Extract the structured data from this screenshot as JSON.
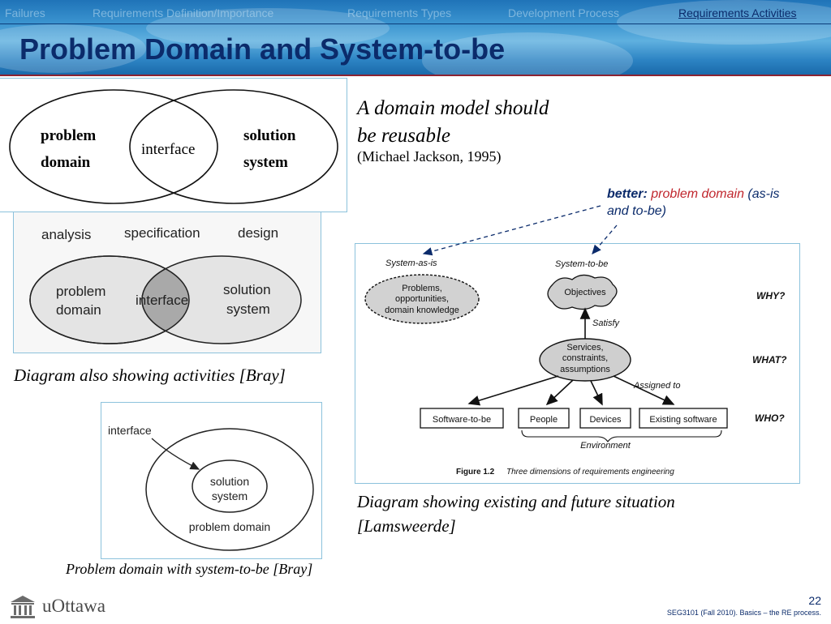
{
  "nav": {
    "items": [
      "Failures",
      "Requirements Definition/Importance",
      "Requirements Types",
      "Development Process",
      "Requirements Activities"
    ]
  },
  "title": "Problem Domain and System-to-be",
  "quote": {
    "line1": "A domain model should",
    "line2": "be reusable",
    "source": "(Michael Jackson, 1995)"
  },
  "better": {
    "label": "better:",
    "red": "problem domain",
    "rest1": "(as-is",
    "rest2": "and to-be)"
  },
  "diagram1": {
    "left": [
      "problem",
      "domain"
    ],
    "middle": "interface",
    "right": [
      "solution",
      "system"
    ]
  },
  "diagram2": {
    "activities": [
      "analysis",
      "specification",
      "design"
    ],
    "left": [
      "problem",
      "domain"
    ],
    "middle": "interface",
    "right": [
      "solution",
      "system"
    ]
  },
  "diagram3": {
    "pointer": "interface",
    "inner": [
      "solution",
      "system"
    ],
    "outer": "problem domain"
  },
  "lamsweerde": {
    "as_is": "System-as-is",
    "to_be": "System-to-be",
    "cloud_left": [
      "Problems,",
      "opportunities,",
      "domain knowledge"
    ],
    "objectives": "Objectives",
    "satisfy": "Satisfy",
    "services": [
      "Services,",
      "constraints,",
      "assumptions"
    ],
    "assigned": "Assigned to",
    "why": "WHY?",
    "what": "WHAT?",
    "who": "WHO?",
    "boxes": [
      "Software-to-be",
      "People",
      "Devices",
      "Existing software"
    ],
    "environment": "Environment",
    "fig_label": "Figure 1.2",
    "fig_caption": "Three dimensions of requirements engineering"
  },
  "captions": {
    "bray_activities": "Diagram also showing activities [Bray]",
    "lamsweerde_1": "Diagram showing existing and future situation",
    "lamsweerde_2": "[Lamsweerde]",
    "bray_domain": "Problem domain with system-to-be [Bray]"
  },
  "footer": {
    "logo": "uOttawa",
    "page": "22",
    "note": "SEG3101 (Fall 2010).   Basics – the RE process."
  },
  "colors": {
    "title": "#0b2b6b",
    "accent_red": "#c0262d",
    "frame": "#8cc2dc"
  }
}
